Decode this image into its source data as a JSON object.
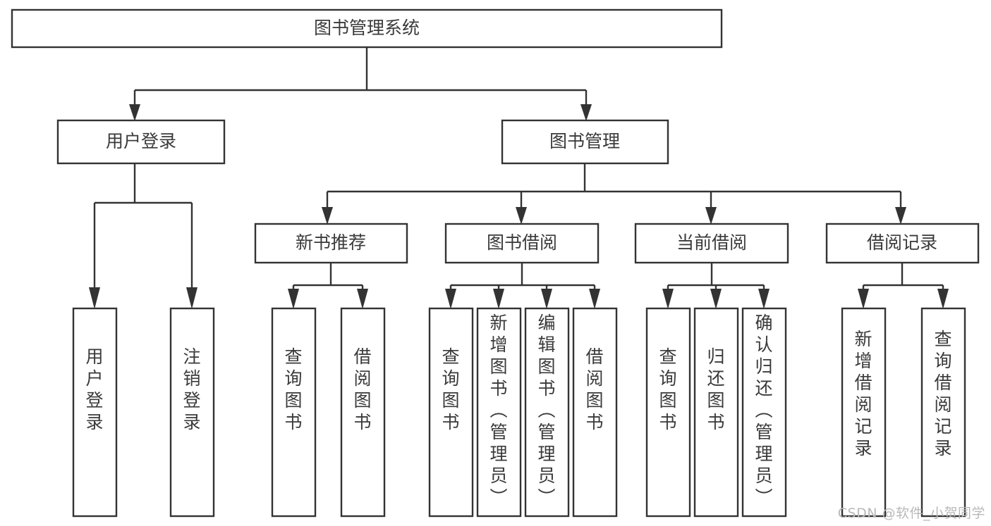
{
  "diagram": {
    "type": "tree-hierarchy",
    "title": "图书管理系统",
    "watermark": "CSDN @软件_小贺同学",
    "colors": {
      "stroke": "#333333",
      "box_fill": "#ffffff",
      "label": "#3a3a3a",
      "background": "#ffffff",
      "watermark": "#b9b9b9"
    },
    "levels": 4,
    "nodes": {
      "root": {
        "label": "图书管理系统",
        "level": 1,
        "orientation": "horizontal"
      },
      "l2": [
        {
          "id": "user-login",
          "label": "用户登录",
          "level": 2,
          "orientation": "horizontal"
        },
        {
          "id": "book-management",
          "label": "图书管理",
          "level": 2,
          "orientation": "horizontal"
        }
      ],
      "l3": [
        {
          "id": "new-book-recommend",
          "label": "新书推荐",
          "level": 3,
          "orientation": "horizontal",
          "parent": "book-management"
        },
        {
          "id": "book-borrow",
          "label": "图书借阅",
          "level": 3,
          "orientation": "horizontal",
          "parent": "book-management"
        },
        {
          "id": "current-borrow",
          "label": "当前借阅",
          "level": 3,
          "orientation": "horizontal",
          "parent": "book-management"
        },
        {
          "id": "borrow-record",
          "label": "借阅记录",
          "level": 3,
          "orientation": "horizontal",
          "parent": "book-management"
        }
      ],
      "leaves": [
        {
          "id": "leaf-user-login",
          "label": "用户登录",
          "parent": "user-login",
          "orientation": "vertical"
        },
        {
          "id": "leaf-logout-login",
          "label": "注销登录",
          "parent": "user-login",
          "orientation": "vertical"
        },
        {
          "id": "leaf-query-book-1",
          "label": "查询图书",
          "parent": "new-book-recommend",
          "orientation": "vertical"
        },
        {
          "id": "leaf-borrow-book-1",
          "label": "借阅图书",
          "parent": "new-book-recommend",
          "orientation": "vertical"
        },
        {
          "id": "leaf-query-book-2",
          "label": "查询图书",
          "parent": "book-borrow",
          "orientation": "vertical"
        },
        {
          "id": "leaf-add-book",
          "label": "新增图书（管理员）",
          "parent": "book-borrow",
          "orientation": "vertical"
        },
        {
          "id": "leaf-edit-book",
          "label": "编辑图书（管理员）",
          "parent": "book-borrow",
          "orientation": "vertical"
        },
        {
          "id": "leaf-borrow-book-2",
          "label": "借阅图书",
          "parent": "book-borrow",
          "orientation": "vertical"
        },
        {
          "id": "leaf-query-book-3",
          "label": "查询图书",
          "parent": "current-borrow",
          "orientation": "vertical"
        },
        {
          "id": "leaf-return-book",
          "label": "归还图书",
          "parent": "current-borrow",
          "orientation": "vertical"
        },
        {
          "id": "leaf-confirm-return",
          "label": "确认归还（管理员）",
          "parent": "current-borrow",
          "orientation": "vertical"
        },
        {
          "id": "leaf-add-record",
          "label": "新增借阅记录",
          "parent": "borrow-record",
          "orientation": "vertical"
        },
        {
          "id": "leaf-query-record",
          "label": "查询借阅记录",
          "parent": "borrow-record",
          "orientation": "vertical"
        }
      ]
    }
  }
}
